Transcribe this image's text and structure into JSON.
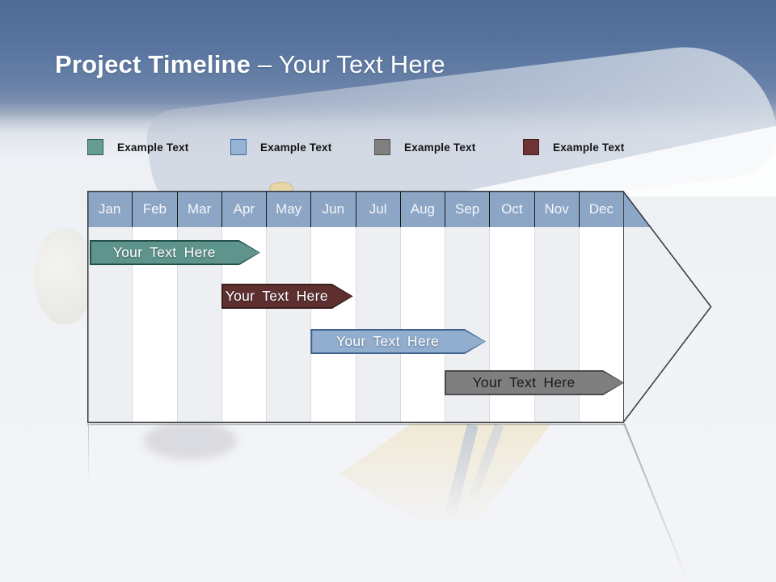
{
  "slide": {
    "title_bold": "Project Timeline",
    "title_rest": " – Your Text Here"
  },
  "legend": {
    "items": [
      {
        "label": "Example Text",
        "color": "#679c95",
        "border": "#2c5b57"
      },
      {
        "label": "Example Text",
        "color": "#95b3d7",
        "border": "#3f6a9a"
      },
      {
        "label": "Example Text",
        "color": "#808080",
        "border": "#515151"
      },
      {
        "label": "Example Text",
        "color": "#6e3434",
        "border": "#421f1f"
      }
    ]
  },
  "timeline": {
    "months": [
      "Jan",
      "Feb",
      "Mar",
      "Apr",
      "May",
      "Jun",
      "Jul",
      "Aug",
      "Sep",
      "Oct",
      "Nov",
      "Dec"
    ],
    "header_color": "#8ea6c6",
    "header_text_color": "#f3f6fa",
    "column_shade_color": "#edeff2",
    "column_light_color": "#ffffff",
    "bars": [
      {
        "label": "Your Text Here",
        "fill": "#5f948d",
        "border": "#24504b",
        "text_color": "#ffffff",
        "start_month": 0.05,
        "end_month": 3.87,
        "row": 0
      },
      {
        "label": "Your Text Here",
        "fill": "#5e2f2f",
        "border": "#3a1c1c",
        "text_color": "#ffffff",
        "start_month": 3.0,
        "end_month": 5.95,
        "row": 1
      },
      {
        "label": "Your Text Here",
        "fill": "#92aecf",
        "border": "#41628e",
        "text_color": "#ffffff",
        "start_month": 5.0,
        "end_month": 8.92,
        "row": 2
      },
      {
        "label": "Your Text Here",
        "fill": "#7f7f7f",
        "border": "#4a4a4a",
        "text_color": "#1a1a1a",
        "start_month": 8.0,
        "end_month": 12.02,
        "row": 3
      }
    ]
  }
}
